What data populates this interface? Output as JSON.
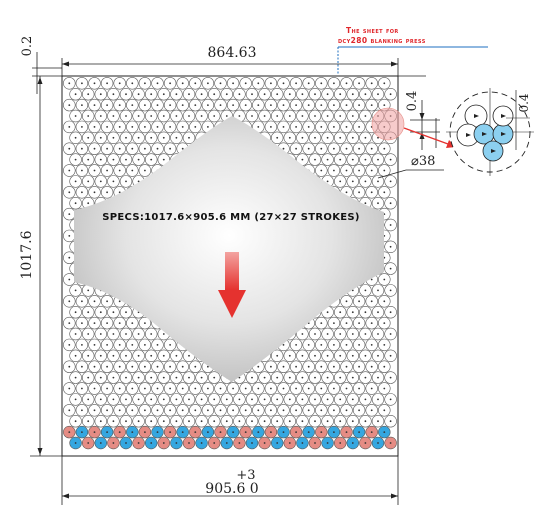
{
  "dimensions": {
    "top_width": "864.63",
    "top_margin": "0.2",
    "height": "1017.6",
    "bottom_width": "905.6 0",
    "bottom_tolerance": "+3",
    "right_gap_1": "0.4",
    "right_gap_2": "0.4",
    "circle_diameter": "⌀38"
  },
  "annotation": {
    "line1": "The sheet for",
    "line2": "dcy280 blanking press"
  },
  "specs": "SPECS:1017.6×905.6 MM (27×27 STROKES)",
  "colors": {
    "annotation_red": "#e0262b",
    "annotation_blue": "#1e6fc0",
    "arrow": "#e5322f",
    "bottom_red": "#e58c84",
    "bottom_blue": "#35a7e0",
    "zoom_blue": "#8cd0f0",
    "zoom_highlight": "#f0a0a0"
  },
  "icons": {
    "down_arrow": "red-down-arrow-icon",
    "zoom": "magnifier-detail-circle"
  }
}
